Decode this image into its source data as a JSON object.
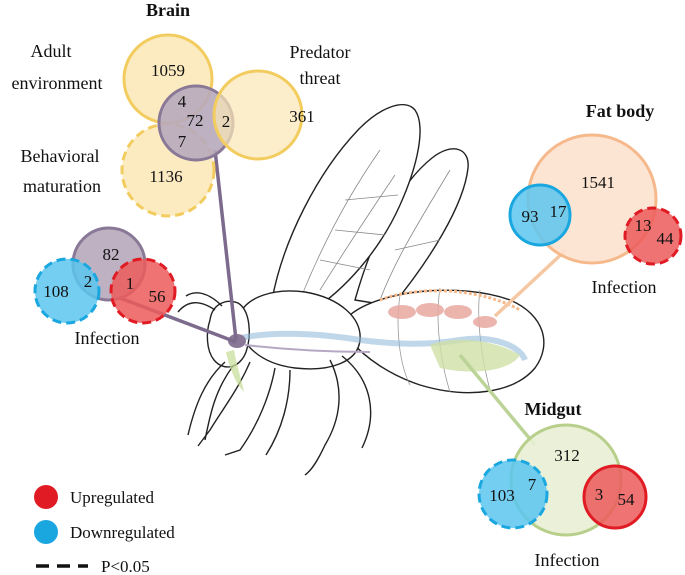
{
  "brain": {
    "title": "Brain",
    "labels": {
      "adult_1": "Adult",
      "adult_2": "environment",
      "predator_1": "Predator",
      "predator_2": "threat",
      "behav_1": "Behavioral",
      "behav_2": "maturation"
    },
    "numbers": {
      "adult_only": "1059",
      "predator_only": "361",
      "behav_only": "1136",
      "adult_center": "4",
      "center": "72",
      "predator_center": "2",
      "behav_center": "7"
    }
  },
  "brain_infection": {
    "label": "Infection",
    "numbers": {
      "top": "82",
      "down_only": "108",
      "down_overlap": "2",
      "up_overlap": "1",
      "up_only": "56"
    }
  },
  "fat_body": {
    "title": "Fat body",
    "label": "Infection",
    "numbers": {
      "main": "1541",
      "down_only": "93",
      "down_overlap": "17",
      "up_overlap": "13",
      "up_only": "44"
    }
  },
  "midgut": {
    "title": "Midgut",
    "label": "Infection",
    "numbers": {
      "main": "312",
      "down_only": "103",
      "down_overlap": "7",
      "up_overlap": "3",
      "up_only": "54"
    }
  },
  "legend": {
    "up": "Upregulated",
    "down": "Downregulated",
    "sig": "P<0.05"
  },
  "colors": {
    "yellow_fill": "#fbe7b5",
    "yellow_stroke": "#f2cc5e",
    "purple_fill": "#b7aabb",
    "purple_stroke": "#8a7897",
    "blue_fill": "#5bc6ee",
    "blue_stroke": "#1aa7e0",
    "red_fill": "#ec5b5b",
    "red_stroke": "#e01b24",
    "peach_fill": "#fde2cf",
    "peach_stroke": "#f5b98c",
    "green_fill": "#e9efd5",
    "green_stroke": "#b7cf8a"
  }
}
